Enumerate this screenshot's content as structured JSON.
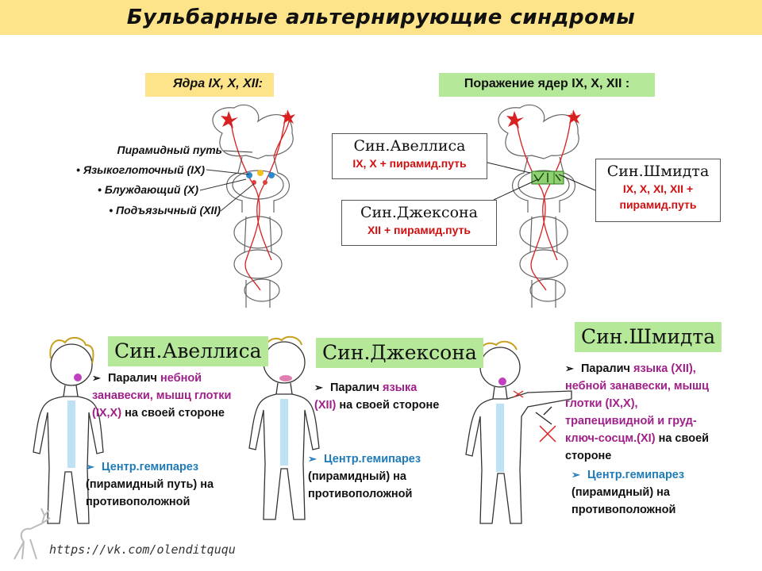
{
  "title": "Бульбарные альтернирующие синдромы",
  "left_panel": {
    "header": "Ядра IX, X, XII:",
    "labels": [
      "Пирамидный путь",
      "Языкоглоточный (IX)",
      "Блуждающий (X)",
      "Подъязычный (XII)"
    ],
    "bullet": "•"
  },
  "right_panel": {
    "header": "Поражение ядер IX, X, XII :",
    "avellis": {
      "name": "Син.Авеллиса",
      "sub": "IX, X + пирамид.путь"
    },
    "jackson": {
      "name": "Син.Джексона",
      "sub": "XII + пирамид.путь"
    },
    "schmidt": {
      "name": "Син.Шмидта",
      "sub1": "IX, X, XI, XII +",
      "sub2": "пирамид.путь"
    }
  },
  "syndromes": [
    {
      "name": "Син.Авеллиса",
      "p1": "Паралич ",
      "p1_hl": "небной занавески, мышц глотки (IX,X)",
      "p1_end": " на своей стороне",
      "p2_hl": "Центр.гемипарез",
      "p2_end": "(пирамидный путь) на противоположной"
    },
    {
      "name": "Син.Джексона",
      "p1": "Паралич ",
      "p1_hl": "языка (XII)",
      "p1_end": " на своей стороне",
      "p2_hl": "Центр.гемипарез",
      "p2_end": "(пирамидный) на противоположной"
    },
    {
      "name": "Син.Шмидта",
      "p1": "Паралич ",
      "p1_hl": "языка (XII), небной занавески, мышц глотки (IX,X), трапецивидной и груд-ключ-сосцм.(XI)",
      "p1_end": " на своей стороне",
      "p2_hl": "Центр.гемипарез",
      "p2_end": "(пирамидный) на противоположной"
    }
  ],
  "markers": {
    "check": "➢",
    "arrow": "➢"
  },
  "footer_url": "https://vk.com/olenditququ",
  "colors": {
    "yellow": "#fde48a",
    "green": "#b6e89a",
    "red": "#d01010",
    "purple": "#a0208a",
    "blue": "#1e7bb8"
  }
}
